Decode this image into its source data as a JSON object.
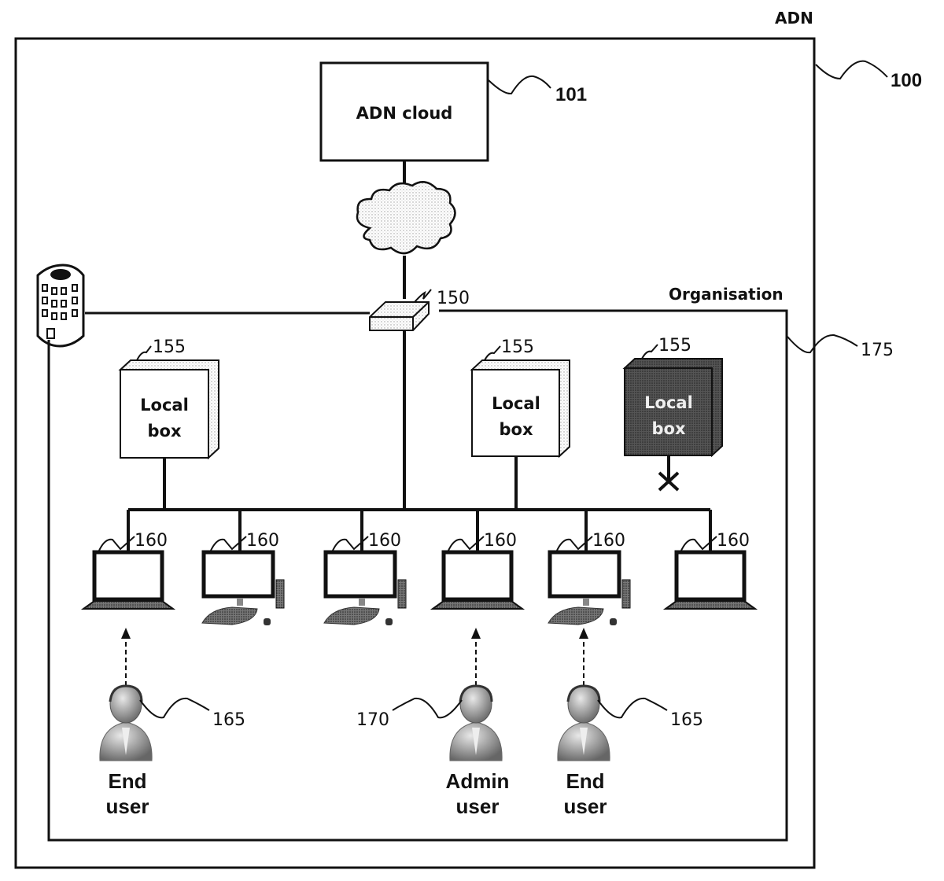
{
  "diagram": {
    "outer_title": "ADN",
    "outer_ref": "100",
    "cloud_box_label": "ADN cloud",
    "cloud_box_ref": "101",
    "gateway_ref": "150",
    "org_title": "Organisation",
    "org_ref": "175",
    "local_boxes": [
      {
        "line1": "Local",
        "line2": "box",
        "ref": "155",
        "state": "connected"
      },
      {
        "line1": "Local",
        "line2": "box",
        "ref": "155",
        "state": "connected"
      },
      {
        "line1": "Local",
        "line2": "box",
        "ref": "155",
        "state": "disconnected"
      }
    ],
    "devices": [
      {
        "type": "laptop",
        "ref": "160"
      },
      {
        "type": "desktop",
        "ref": "160"
      },
      {
        "type": "desktop",
        "ref": "160"
      },
      {
        "type": "laptop",
        "ref": "160"
      },
      {
        "type": "desktop",
        "ref": "160"
      },
      {
        "type": "laptop",
        "ref": "160"
      }
    ],
    "users": [
      {
        "line1": "End",
        "line2": "user",
        "ref": "165"
      },
      {
        "line1": "Admin",
        "line2": "user",
        "ref": "170"
      },
      {
        "line1": "End",
        "line2": "user",
        "ref": "165"
      }
    ]
  }
}
